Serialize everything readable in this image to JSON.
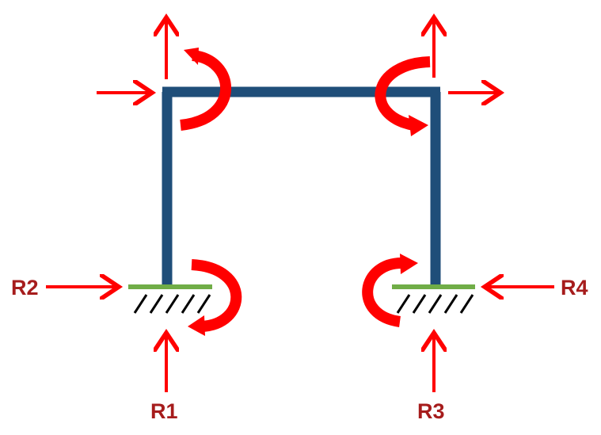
{
  "colors": {
    "frame": "#1F4E79",
    "arrow": "#FF0000",
    "support": "#70AD47",
    "hatch": "#000000",
    "label": "#A61C1C"
  },
  "labels": {
    "r1": "R1",
    "r2": "R2",
    "r3": "R3",
    "r4": "R4"
  }
}
